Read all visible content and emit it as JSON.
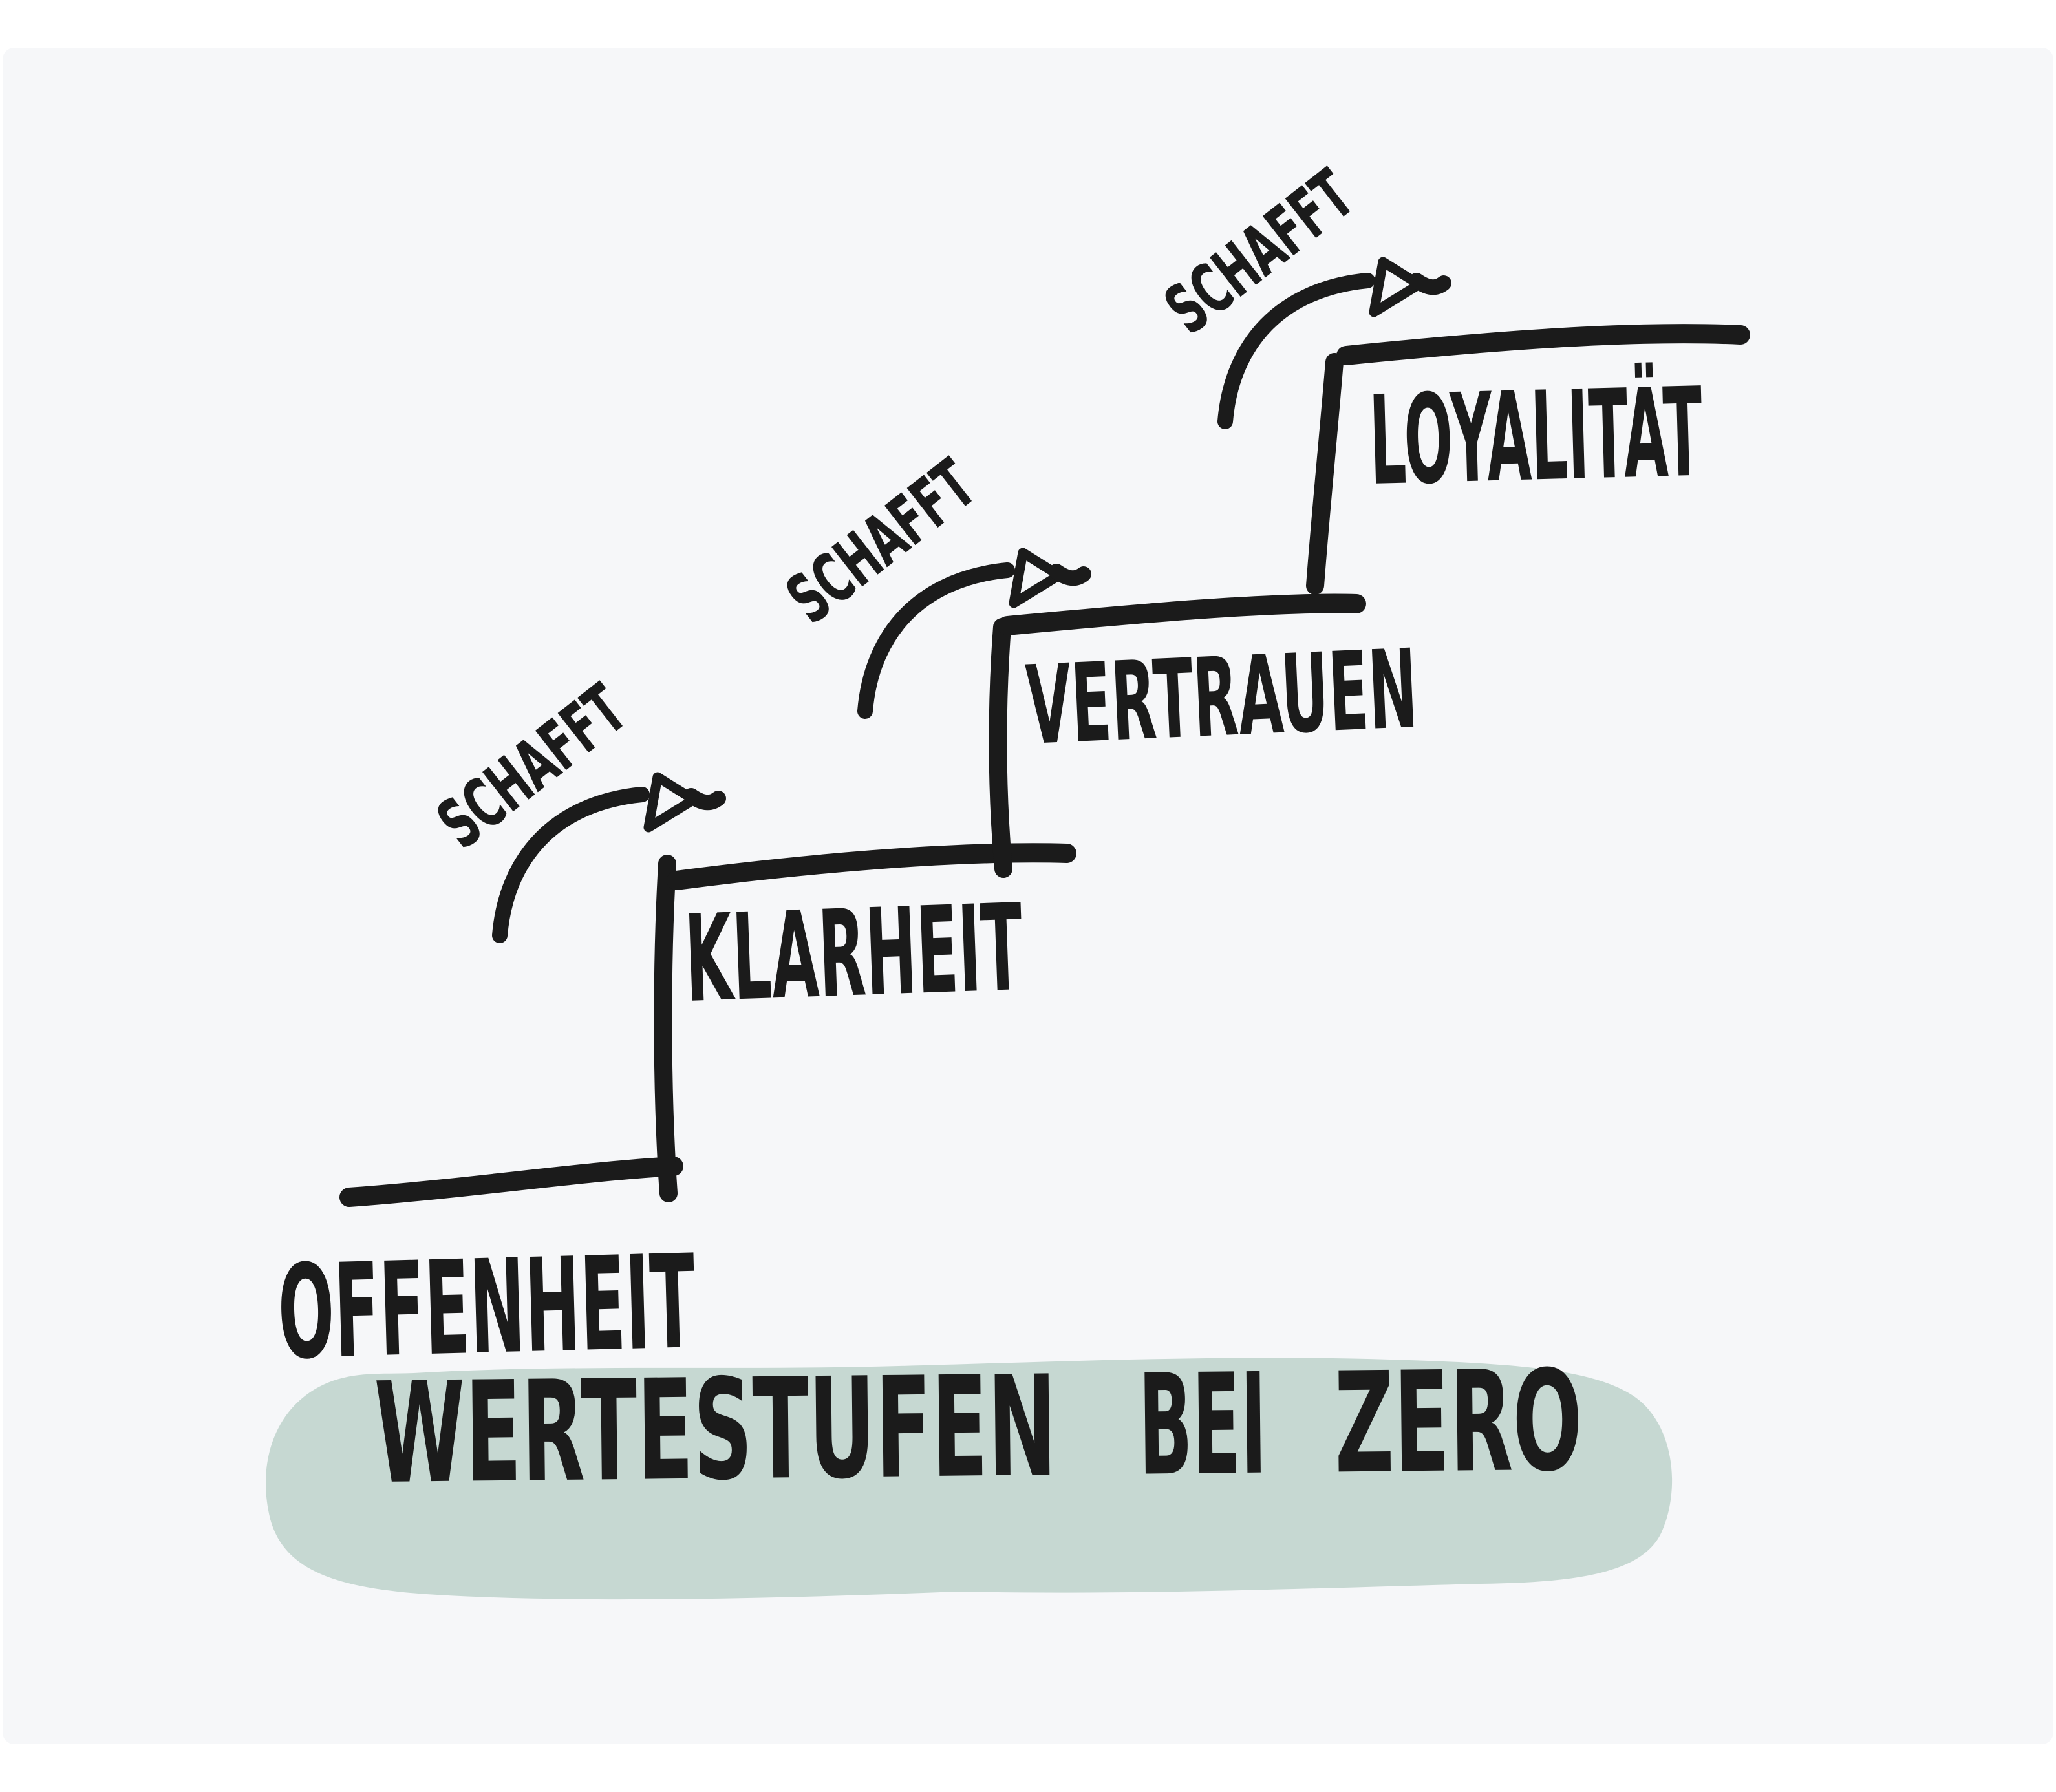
{
  "colors": {
    "page_bg": "#ffffff",
    "panel_bg": "#f6f7f9",
    "ink": "#1b1b1b",
    "highlight": "#c6d8d2"
  },
  "title": {
    "full": "WERTESTUFEN BEI ZERO",
    "words": [
      "WERTESTUFEN",
      "BEI",
      "ZERO"
    ]
  },
  "steps": [
    {
      "label": "OFFENHEIT"
    },
    {
      "label": "KLARHEIT"
    },
    {
      "label": "VERTRAUEN"
    },
    {
      "label": "LOYALITÄT"
    }
  ],
  "arrows": [
    {
      "label": "SCHAFFT"
    },
    {
      "label": "SCHAFFT"
    },
    {
      "label": "SCHAFFT"
    }
  ]
}
